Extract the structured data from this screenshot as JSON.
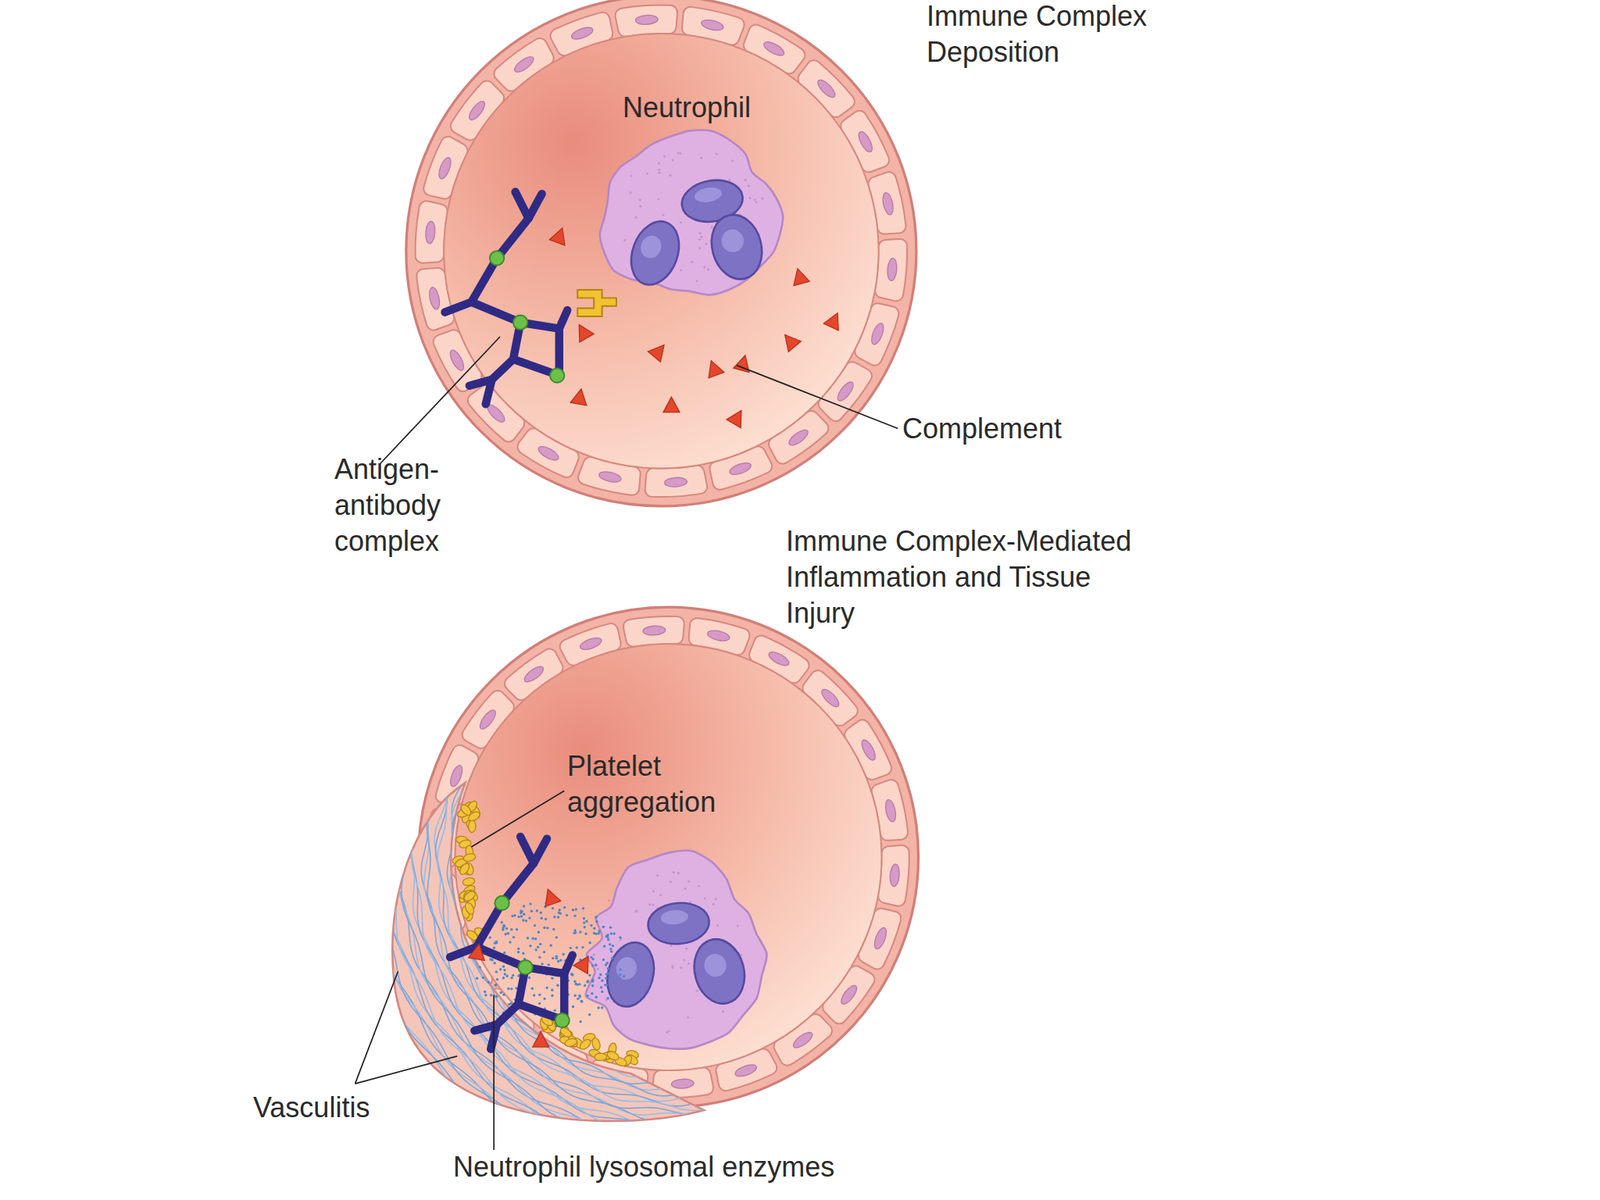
{
  "diagram": {
    "labels": [
      "Immune Complex Deposition",
      "Neutrophil",
      "Complement",
      "Antigen-antibody complex",
      "Immune Complex-Mediated Inflammation and Tissue Injury",
      "Platelet aggregation",
      "Vasculitis",
      "Neutrophil lysosomal enzymes"
    ]
  }
}
